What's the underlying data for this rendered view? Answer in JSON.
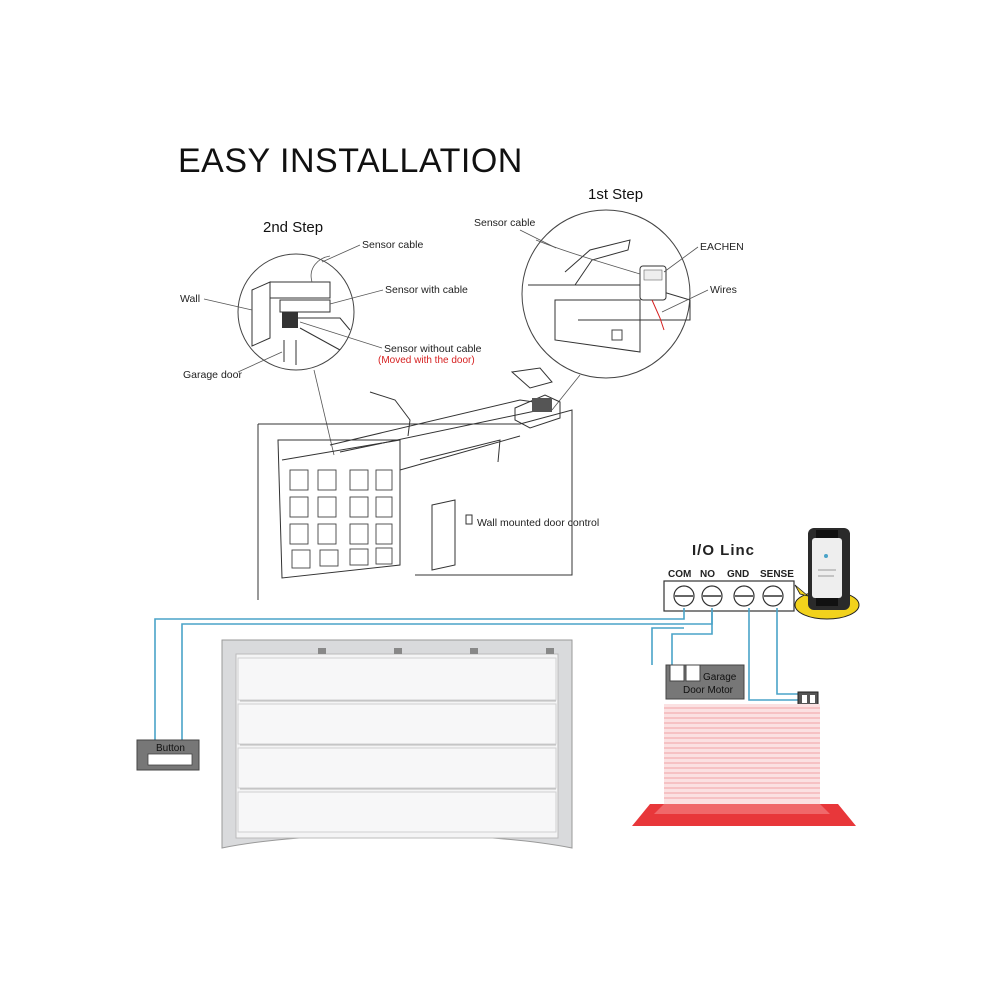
{
  "title": "EASY INSTALLATION",
  "step1": {
    "heading": "1st Step",
    "labels": {
      "sensor_cable": "Sensor cable",
      "eachen": "EACHEN",
      "wires": "Wires"
    }
  },
  "step2": {
    "heading": "2nd Step",
    "labels": {
      "sensor_cable": "Sensor cable",
      "sensor_with_cable": "Sensor with cable",
      "wall": "Wall",
      "sensor_without_cable": "Sensor without cable",
      "moved_note": "(Moved with the door)",
      "garage_door": "Garage door"
    }
  },
  "garage_scene": {
    "wall_control_label": "Wall mounted door control"
  },
  "wiring": {
    "module_title": "I/O Linc",
    "terminals": [
      "COM",
      "NO",
      "GND",
      "SENSE"
    ],
    "button_label": "Button",
    "motor_label_line1": "Garage",
    "motor_label_line2": "Door Motor"
  },
  "colors": {
    "wire": "#4aa3c8",
    "laser_red": "#e8373a",
    "sensor_highlight": "#f2d21c",
    "note_red": "#d62020"
  }
}
